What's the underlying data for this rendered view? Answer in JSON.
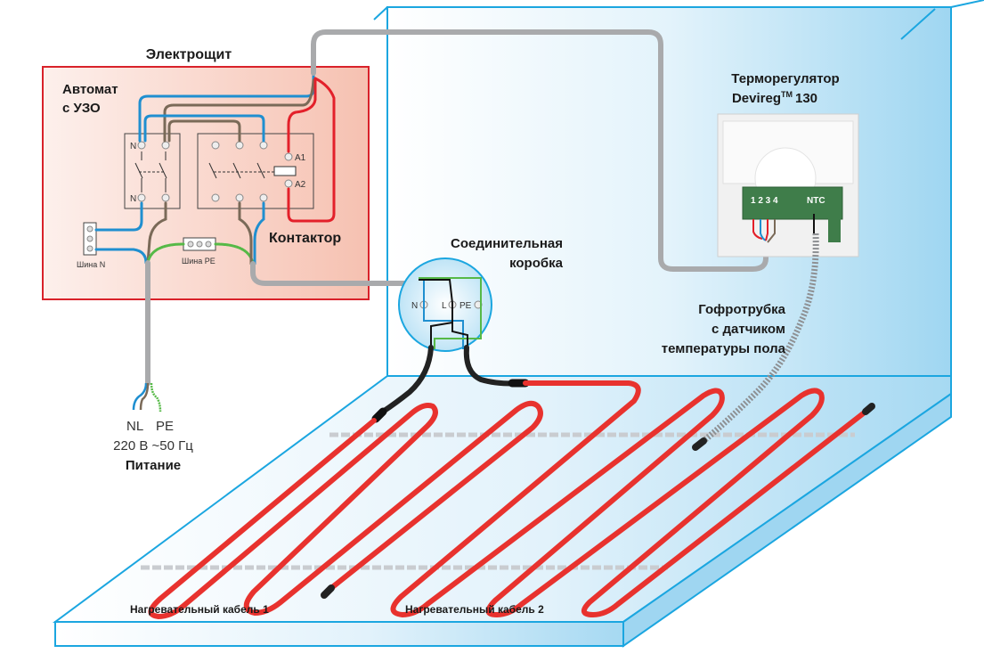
{
  "labels": {
    "panel_title": "Электрощит",
    "breaker_title_1": "Автомат",
    "breaker_title_2": "с УЗО",
    "contactor": "Контактор",
    "bus_n": "Шина N",
    "bus_pe": "Шина PE",
    "term_n_top": "N",
    "term_n_bottom": "N",
    "coil_a1": "A1",
    "coil_a2": "A2",
    "thermostat_title": "Терморегулятор",
    "thermostat_model": "Devireg",
    "thermostat_tm": "TM",
    "thermostat_number": "130",
    "thermostat_terminals": "1 2 3 4",
    "thermostat_ntc": "NTC",
    "junction_title_1": "Соединительная",
    "junction_title_2": "коробка",
    "junction_n": "N",
    "junction_l": "L",
    "junction_pe": "PE",
    "conduit_1": "Гофротрубка",
    "conduit_2": "с датчиком",
    "conduit_3": "температуры пола",
    "supply_nl": "NL",
    "supply_pe": "PE",
    "supply_voltage": "220 В ~50 Гц",
    "supply_title": "Питание",
    "cable_1": "Нагревательный кабель 1",
    "cable_2": "Нагревательный кабель 2"
  },
  "colors": {
    "panel_border": "#d9222a",
    "room_line": "#1ba6e0",
    "wire_blue": "#1f8fd0",
    "wire_brown": "#7a6a58",
    "wire_red": "#e3202a",
    "wire_green": "#56b947",
    "wire_gray": "#a9aaac",
    "heating_cable": "#e8322e",
    "cold_lead": "#222222"
  }
}
